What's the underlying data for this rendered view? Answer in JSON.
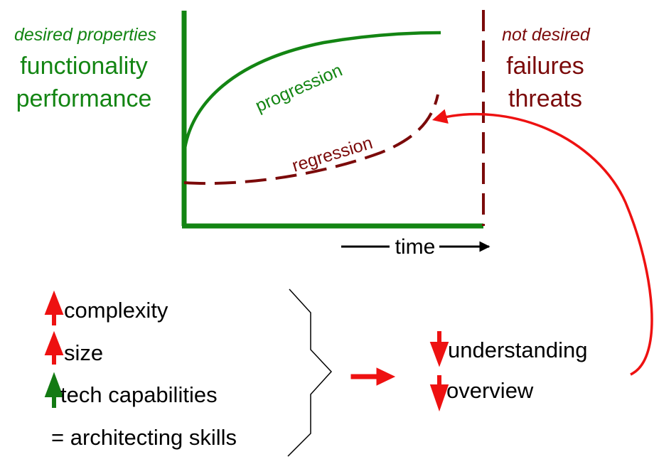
{
  "colors": {
    "desired": "#138513",
    "not_desired": "#7b0a0a",
    "arrow_red": "#ee1111",
    "arrow_green": "#137a13",
    "text": "#000000"
  },
  "left_column": {
    "subtitle": "desired properties",
    "items": [
      "functionality",
      "performance"
    ]
  },
  "right_column": {
    "subtitle": "not desired",
    "items": [
      "failures",
      "threats"
    ]
  },
  "curves": {
    "progression": "progression",
    "regression": "regression"
  },
  "time_axis": {
    "label": "time"
  },
  "factors": [
    {
      "label": "complexity",
      "trend": "up",
      "icon": "red-up-arrow-icon"
    },
    {
      "label": "size",
      "trend": "up",
      "icon": "red-up-arrow-icon"
    },
    {
      "label": "tech capabilities",
      "trend": "up",
      "icon": "green-up-arrow-icon"
    },
    {
      "label": "= architecting skills",
      "trend": "equal",
      "icon": ""
    }
  ],
  "effects": [
    {
      "label": "understanding",
      "trend": "down",
      "icon": "red-down-arrow-icon"
    },
    {
      "label": "overview",
      "trend": "down",
      "icon": "red-down-arrow-icon"
    }
  ]
}
